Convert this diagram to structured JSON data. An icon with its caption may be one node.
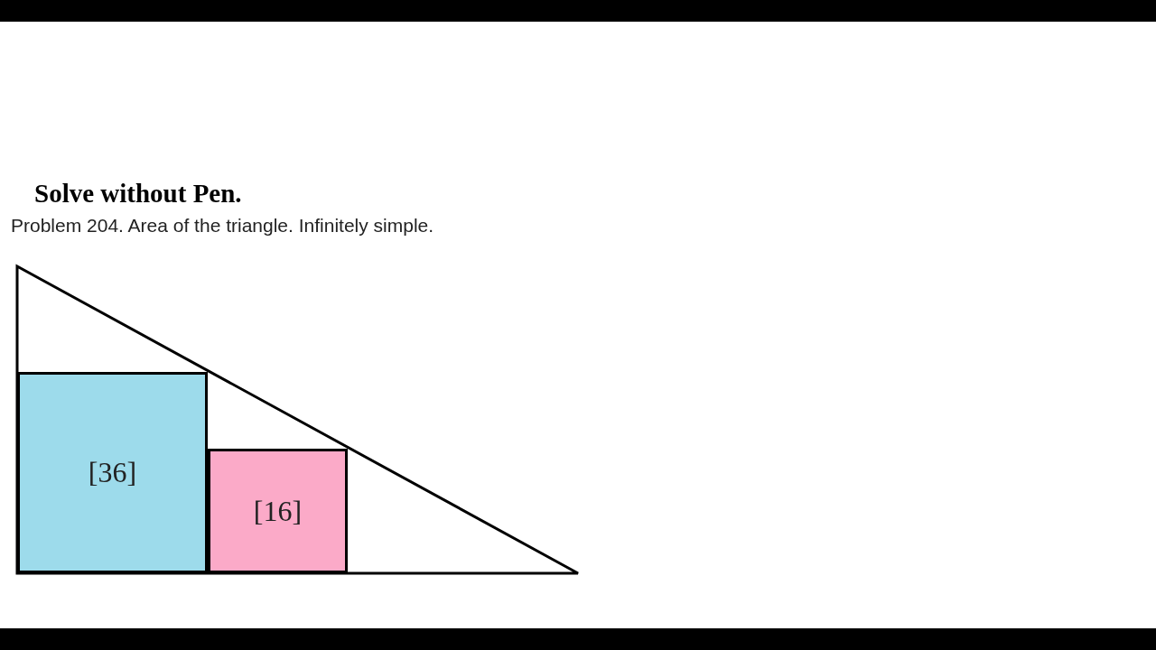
{
  "diagram": {
    "title": "Solve without Pen.",
    "nodes": [
      {
        "text": [],
        "shape": "triangle"
      },
      {
        "text": [
          "[36]"
        ],
        "in": 0
      },
      {
        "text": [
          "[16]"
        ],
        "in": 0
      }
    ],
    "labels": [
      "Problem 204. Area of the triangle. Infinitely simple."
    ]
  }
}
